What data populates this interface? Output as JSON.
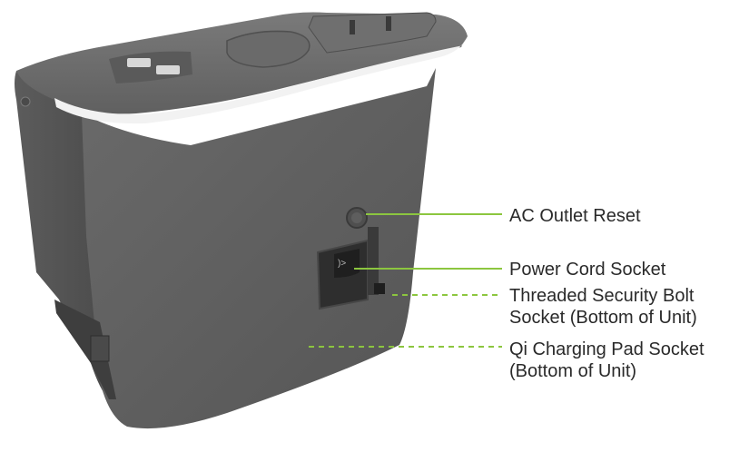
{
  "diagram": {
    "subject": "charging-station-rear-view",
    "callout_color": "#8cc63f",
    "callouts": [
      {
        "id": "ac-outlet-reset",
        "lines": [
          "AC Outlet Reset"
        ],
        "leader": "solid"
      },
      {
        "id": "power-cord-socket",
        "lines": [
          "Power Cord Socket"
        ],
        "leader": "solid"
      },
      {
        "id": "threaded-security-bolt-socket",
        "lines": [
          "Threaded Security Bolt",
          "Socket (Bottom of Unit)"
        ],
        "leader": "dashed"
      },
      {
        "id": "qi-charging-pad-socket",
        "lines": [
          "Qi Charging Pad Socket",
          "(Bottom of Unit)"
        ],
        "leader": "dashed"
      }
    ]
  }
}
